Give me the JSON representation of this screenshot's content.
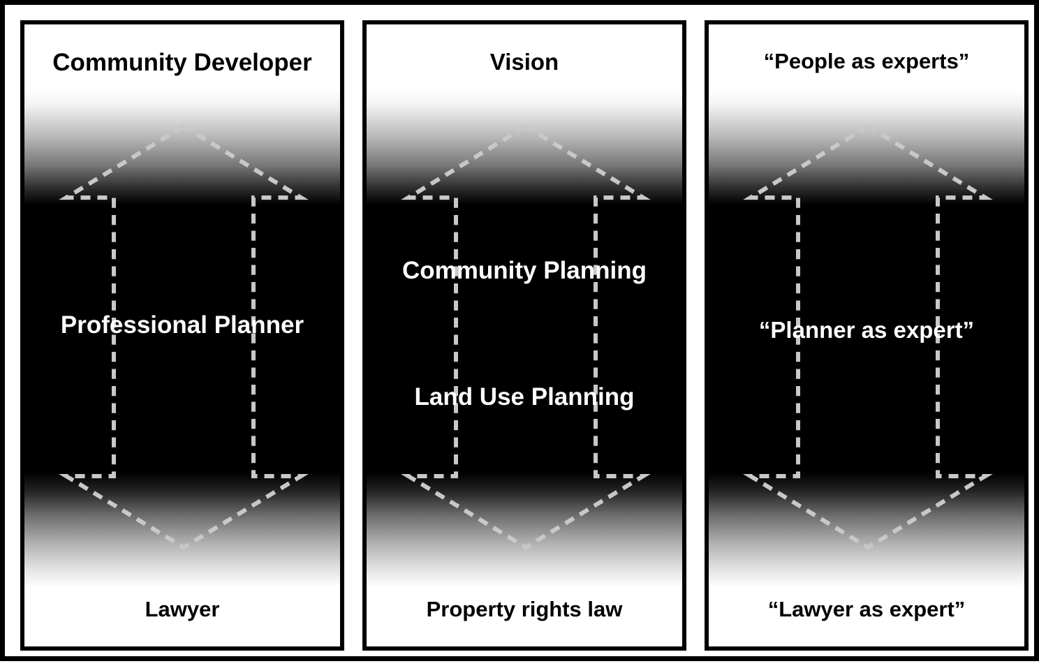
{
  "figure": {
    "type": "three-panel-dashed-double-arrow-diagram",
    "panel_count": 3,
    "frame_color": "#000000",
    "background_color": "#ffffff",
    "arrow": {
      "style": "dashed outline double-headed vertical arrow",
      "dash_color": "#c8c8c8",
      "dash_pattern": "14 10",
      "stroke_width": 6
    },
    "gradient": {
      "description": "vertical white to black to white gradient inside each panel",
      "top_color": "#ffffff",
      "middle_color": "#000000",
      "bottom_color": "#ffffff"
    }
  },
  "panels": [
    {
      "id": "panel-actors",
      "top_label": "Community Developer",
      "middle_labels": [
        "Professional Planner"
      ],
      "bottom_label": "Lawyer"
    },
    {
      "id": "panel-domains",
      "top_label": "Vision",
      "middle_labels": [
        "Community Planning",
        "Land Use Planning"
      ],
      "bottom_label": "Property rights law"
    },
    {
      "id": "panel-expertise",
      "top_label": "“People as experts”",
      "middle_labels": [
        "“Planner as expert”"
      ],
      "bottom_label": "“Lawyer as expert”"
    }
  ]
}
